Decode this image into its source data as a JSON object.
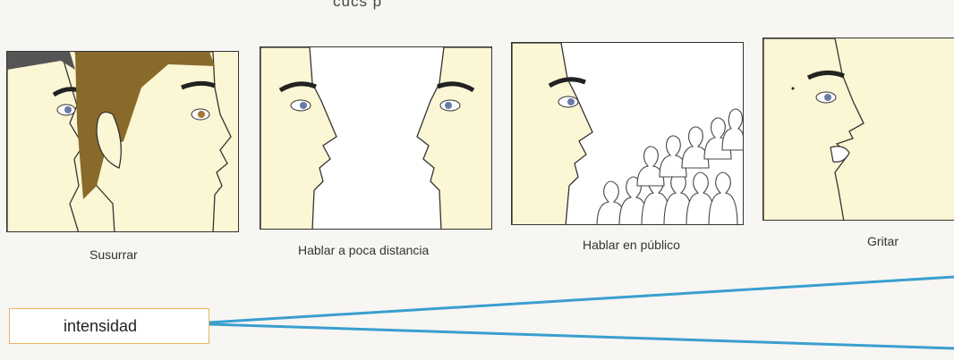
{
  "header_fragment": "cucs p",
  "panels": [
    {
      "caption": "Susurrar"
    },
    {
      "caption": "Hablar a poca distancia"
    },
    {
      "caption": "Hablar en público"
    },
    {
      "caption": "Gritar"
    }
  ],
  "intensity_label": "intensidad",
  "colors": {
    "line": "#3a9fcf",
    "box_border": "#e8b45a",
    "skin": "#fbf6d4",
    "hair": "#8a6a2a"
  }
}
